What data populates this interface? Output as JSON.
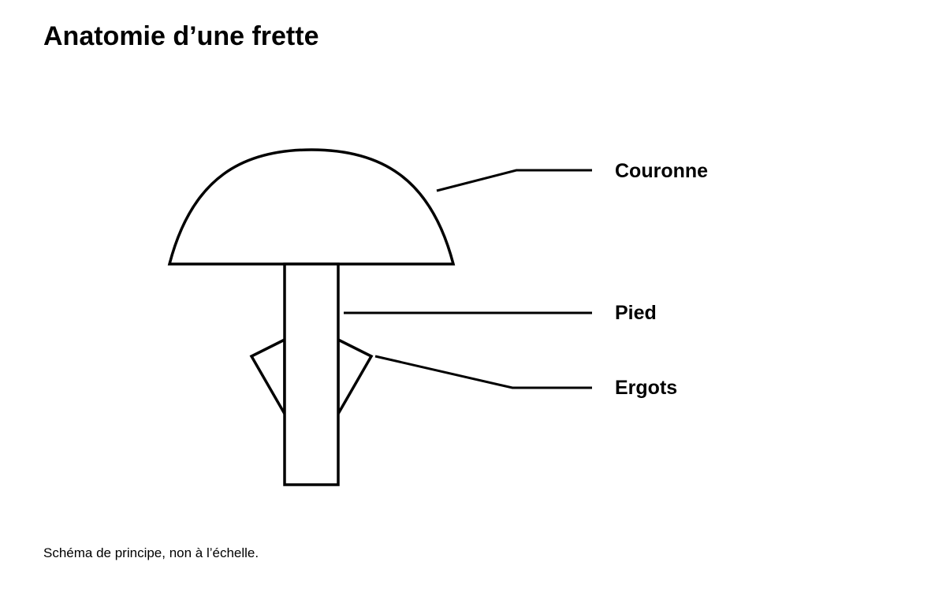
{
  "title": "Anatomie d’une frette",
  "labels": {
    "crown": "Couronne",
    "tang": "Pied",
    "barbs": "Ergots"
  },
  "caption": "Schéma de principe, non à l’échelle.",
  "colors": {
    "stroke": "#000000",
    "background": "#ffffff"
  }
}
